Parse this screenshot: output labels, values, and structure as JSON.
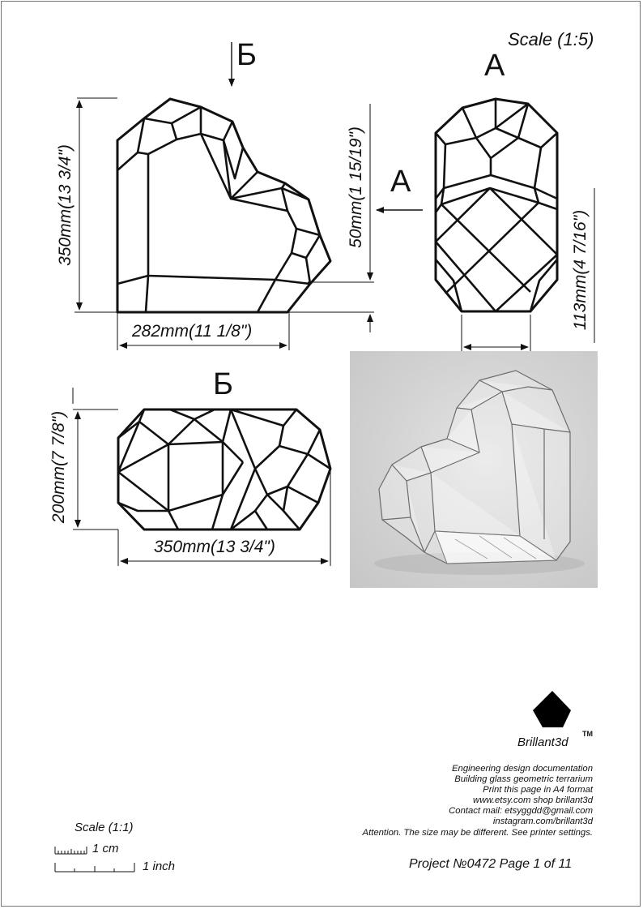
{
  "header": {
    "scale": "Scale (1:5)"
  },
  "views": {
    "front_label": "Б",
    "side_label": "А",
    "side_arrow_label": "А",
    "top_label": "Б"
  },
  "dimensions": {
    "front_height": "350mm(13 3/4\")",
    "front_width": "282mm(11 1/8\")",
    "front_small": "50mm(1 15/19\")",
    "side_width": "113mm(4 7/16\")",
    "top_height": "200mm(7 7/8\")",
    "top_width": "350mm(13 3/4\")"
  },
  "brand": {
    "name": "Brillant3d",
    "trademark": "TM"
  },
  "info_lines": [
    "Engineering design documentation",
    "Building glass geometric terrarium",
    "Print this page in A4 format",
    "www.etsy.com shop brillant3d",
    "Contact mail: etsyggdd@gmail.com",
    "instagram.com/brillant3d",
    "Attention. The size may be different. See printer settings."
  ],
  "project": "Project №0472 Page 1 of 11",
  "scale_bar": {
    "title": "Scale (1:1)",
    "cm_label": "1 cm",
    "inch_label": "1 inch"
  },
  "colors": {
    "line": "#111111",
    "photo_bg": "#d2d2d2"
  }
}
